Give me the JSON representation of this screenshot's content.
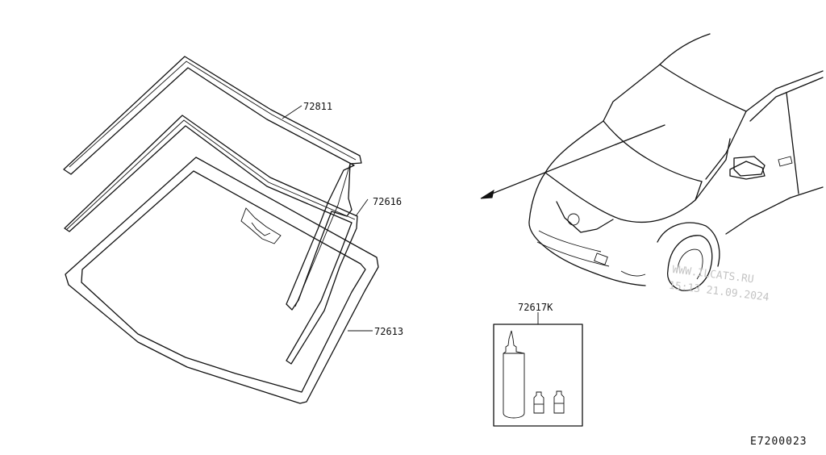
{
  "parts": {
    "molding_upper": "72811",
    "molding_side": "72616",
    "windshield_glass": "72613",
    "adhesive_kit": "72617K"
  },
  "watermark": {
    "line1": "WWW.ILCATS.RU",
    "line2": "15:13 21.09.2024"
  },
  "diagram_code": "E7200023"
}
